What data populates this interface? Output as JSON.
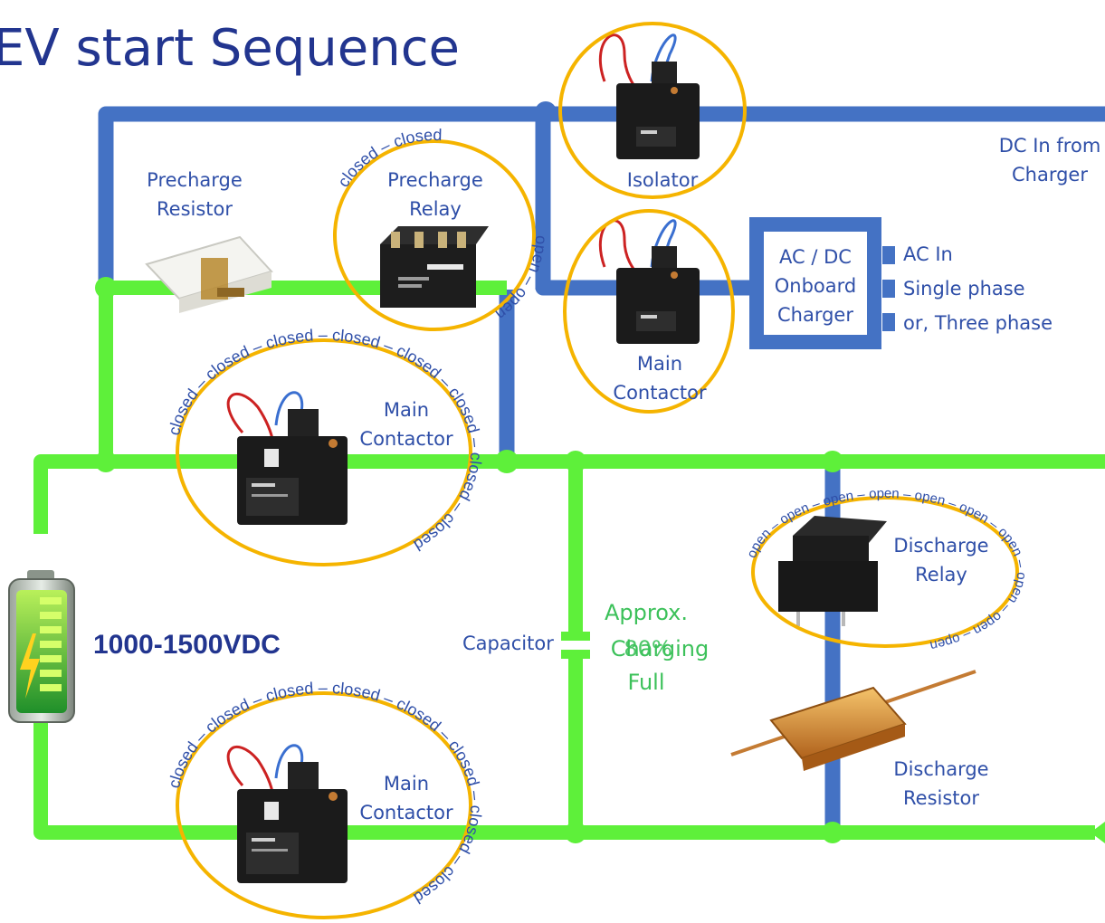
{
  "title": "EV start Sequence",
  "labels": {
    "precharge_resistor": [
      "Precharge",
      "Resistor"
    ],
    "precharge_relay": [
      "Precharge",
      "Relay"
    ],
    "isolator": "Isolator",
    "main_contactor_charger": [
      "Main",
      "Contactor"
    ],
    "main_contactor_top": [
      "Main",
      "Contactor"
    ],
    "main_contactor_bottom": [
      "Main",
      "Contactor"
    ],
    "dc_in": [
      "DC In from",
      "Charger"
    ],
    "onboard_charger": [
      "AC / DC",
      "Onboard",
      "Charger"
    ],
    "ac_in": [
      "AC In",
      "Single phase",
      "or, Three phase"
    ],
    "battery_voltage": "1000-1500VDC",
    "capacitor": "Capacitor",
    "capacitor_status_1": "Approx.",
    "capacitor_status_2": "Charging",
    "capacitor_status_overlap": "80%",
    "capacitor_status_3": "Full",
    "discharge_relay": [
      "Discharge",
      "Relay"
    ],
    "discharge_resistor": [
      "Discharge",
      "Resistor"
    ]
  },
  "ring_text": {
    "closed": "closed",
    "open": "open"
  },
  "colors": {
    "dc_bus": "#4472c4",
    "hv_bus": "#5ef03a",
    "highlight_ring": "#f5b400",
    "label": "#2f4fa8",
    "title": "#22358f",
    "status": "#3cc15a"
  }
}
